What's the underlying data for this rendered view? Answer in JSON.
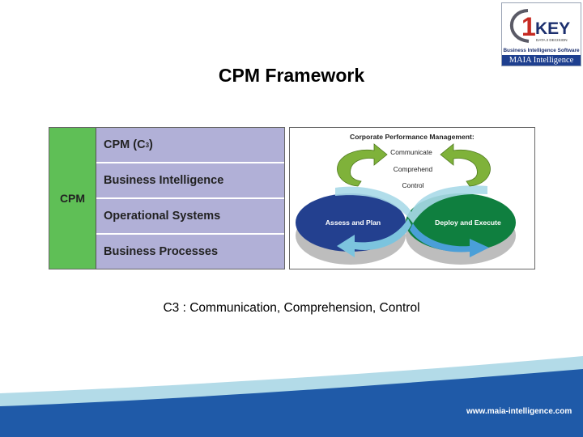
{
  "logo": {
    "brand_digit": "1",
    "brand_word": "KEY",
    "brand_sub": "DATA 2 DECISION",
    "tagline": "Business Intelligence Software",
    "company": "MAIA Intelligence"
  },
  "title": "CPM Framework",
  "table": {
    "side_label": "CPM",
    "layers": [
      {
        "label": "CPM (C",
        "sup": "3",
        "suffix": ")"
      },
      {
        "label": "Business Intelligence"
      },
      {
        "label": "Operational Systems"
      },
      {
        "label": "Business Processes"
      }
    ]
  },
  "diagram": {
    "heading": "Corporate Performance Management:",
    "steps": [
      "Communicate",
      "Comprehend",
      "Control"
    ],
    "left_label": "Assess and Plan",
    "right_label": "Deploy and Execute"
  },
  "caption": "C3 : Communication, Comprehension, Control",
  "footer": {
    "url": "www.maia-intelligence.com"
  },
  "colors": {
    "green_cell": "#5fbf56",
    "layer_fill": "#b1b0d7",
    "navy_ellipse": "#23408f",
    "green_ellipse": "#0f7f3f",
    "arrow_green": "#7fb23a",
    "footer_blue": "#1f5aa8"
  }
}
